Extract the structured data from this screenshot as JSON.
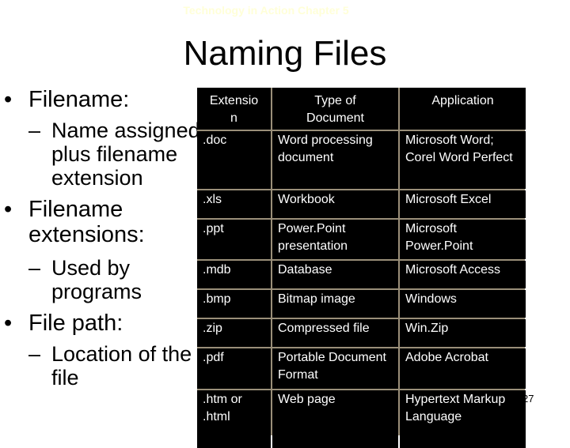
{
  "header": "Technology in Action Chapter 5",
  "title": "Naming Files",
  "bullets": {
    "b1": "Filename:",
    "b1_sub": [
      "Name assigned",
      "plus filename",
      "extension"
    ],
    "b2": [
      "Filename",
      "extensions:"
    ],
    "b2_sub": [
      "Used by",
      "programs"
    ],
    "b3": "File path:",
    "b3_sub": [
      "Location of the",
      "file"
    ]
  },
  "table": {
    "headers": [
      "Extensio\nn",
      "Type of\nDocument",
      "Application"
    ],
    "rows": [
      [
        ".doc",
        "Word processing document",
        "Microsoft Word; Corel Word Perfect"
      ],
      [
        ".xls",
        "Workbook",
        "Microsoft Excel"
      ],
      [
        ".ppt",
        "Power.Point presentation",
        "Microsoft Power.Point"
      ],
      [
        ".mdb",
        "Database",
        "Microsoft Access"
      ],
      [
        ".bmp",
        "Bitmap image",
        "Windows"
      ],
      [
        ".zip",
        "Compressed file",
        "Win.Zip"
      ],
      [
        ".pdf",
        "Portable Document Format",
        "Adobe Acrobat"
      ],
      [
        ".htm or .html",
        "Web page",
        "Hypertext Markup Language"
      ]
    ]
  },
  "page_number": "27",
  "colors": {
    "cell_bg": "#000000",
    "cell_text": "#ffffff",
    "grid_line": "#9a8f79",
    "header_text": "#ffffd8"
  }
}
